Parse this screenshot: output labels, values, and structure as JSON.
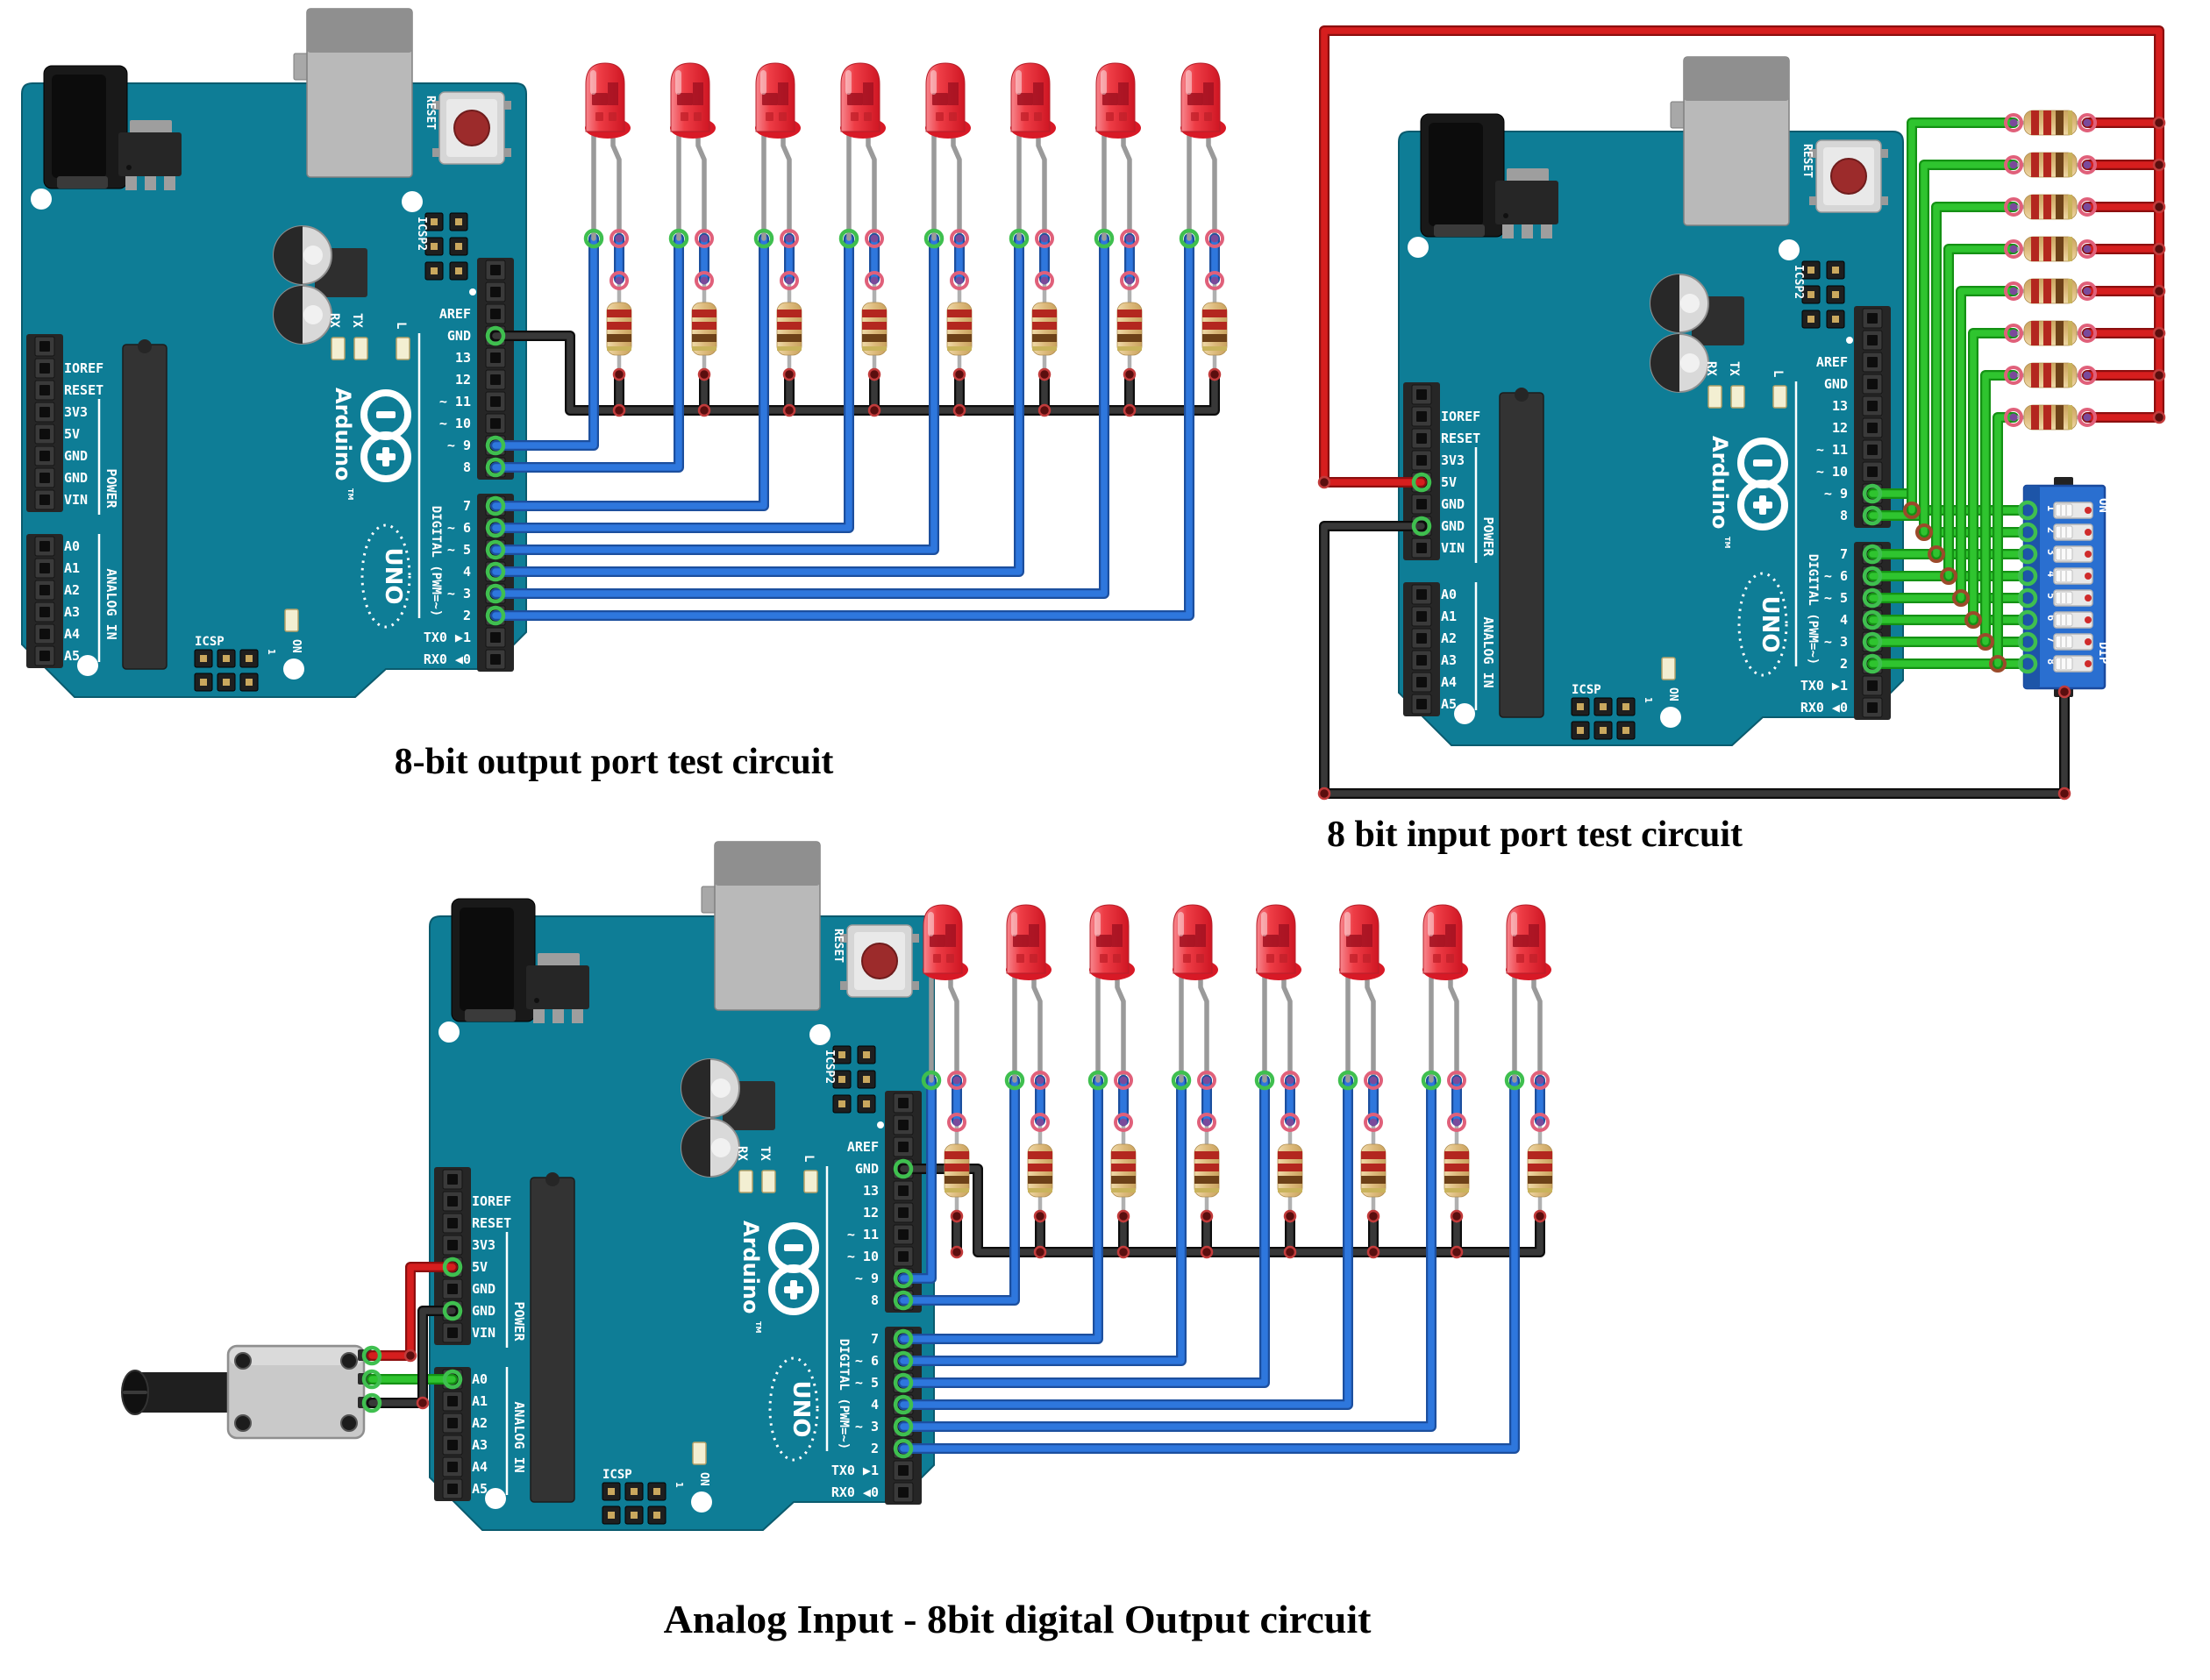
{
  "captions": {
    "circuit1": "8-bit output port test circuit",
    "circuit2": "8 bit input port test circuit",
    "circuit3": "Analog Input - 8bit digital Output circuit"
  },
  "arduino": {
    "brand": "Arduino",
    "trademark": "TM",
    "model": "UNO",
    "reset_label": "RESET",
    "icsp2_label": "ICSP2",
    "icsp_label": "ICSP",
    "icsp_pin1": "1",
    "tx_label": "TX",
    "rx_label": "RX",
    "led_l_label": "L",
    "led_on_label": "ON",
    "power_group_label": "POWER",
    "analog_group_label": "ANALOG IN",
    "digital_group_label": "DIGITAL (PWM=~)",
    "left_power_pins": [
      "",
      "IOREF",
      "RESET",
      "3V3",
      "5V",
      "GND",
      "GND",
      "VIN"
    ],
    "analog_pins": [
      "A0",
      "A1",
      "A2",
      "A3",
      "A4",
      "A5"
    ],
    "digital_top_pins": [
      "",
      "",
      "AREF",
      "GND",
      "13",
      "12",
      "~ 11",
      "~ 10",
      "~ 9",
      "8"
    ],
    "digital_bottom_pins": [
      "7",
      "~ 6",
      "~ 5",
      "4",
      "~ 3",
      "2",
      "TX0 ▶1",
      "RX0 ◀0"
    ]
  },
  "dip_switch": {
    "on_label": "ON",
    "dip_label": "DIP",
    "positions": [
      "1",
      "2",
      "3",
      "4",
      "5",
      "6",
      "7",
      "8"
    ]
  },
  "colors": {
    "board_teal": "#0e7d96",
    "wire_blue": "#2e77dd",
    "wire_green": "#2fc42f",
    "wire_red": "#d61e1e",
    "wire_black": "#333333",
    "led_red": "#e8232e",
    "resistor_body": "#dcba7c",
    "dip_blue": "#2a6fd0",
    "silkscreen": "#ffffff"
  },
  "circuits": [
    {
      "id": "circuit-1",
      "caption": "8-bit output port test circuit",
      "leds": 8,
      "resistors": 8,
      "digital_pins_used": [
        "~ 9",
        "8",
        "7",
        "~ 6",
        "~ 5",
        "4",
        "~ 3",
        "2"
      ],
      "power_pins_used": [
        "GND"
      ]
    },
    {
      "id": "circuit-2",
      "caption": "8 bit input port test circuit",
      "dip_positions": 8,
      "resistors": 8,
      "digital_pins_used": [
        "~ 9",
        "8",
        "7",
        "~ 6",
        "~ 5",
        "4",
        "~ 3",
        "2"
      ],
      "power_pins_used": [
        "5V",
        "GND"
      ]
    },
    {
      "id": "circuit-3",
      "caption": "Analog Input - 8bit digital Output circuit",
      "leds": 8,
      "resistors": 8,
      "potentiometer": 1,
      "digital_pins_used": [
        "~ 9",
        "8",
        "7",
        "~ 6",
        "~ 5",
        "4",
        "~ 3",
        "2"
      ],
      "analog_pins_used": [
        "A0"
      ],
      "power_pins_used": [
        "5V",
        "GND"
      ]
    }
  ]
}
